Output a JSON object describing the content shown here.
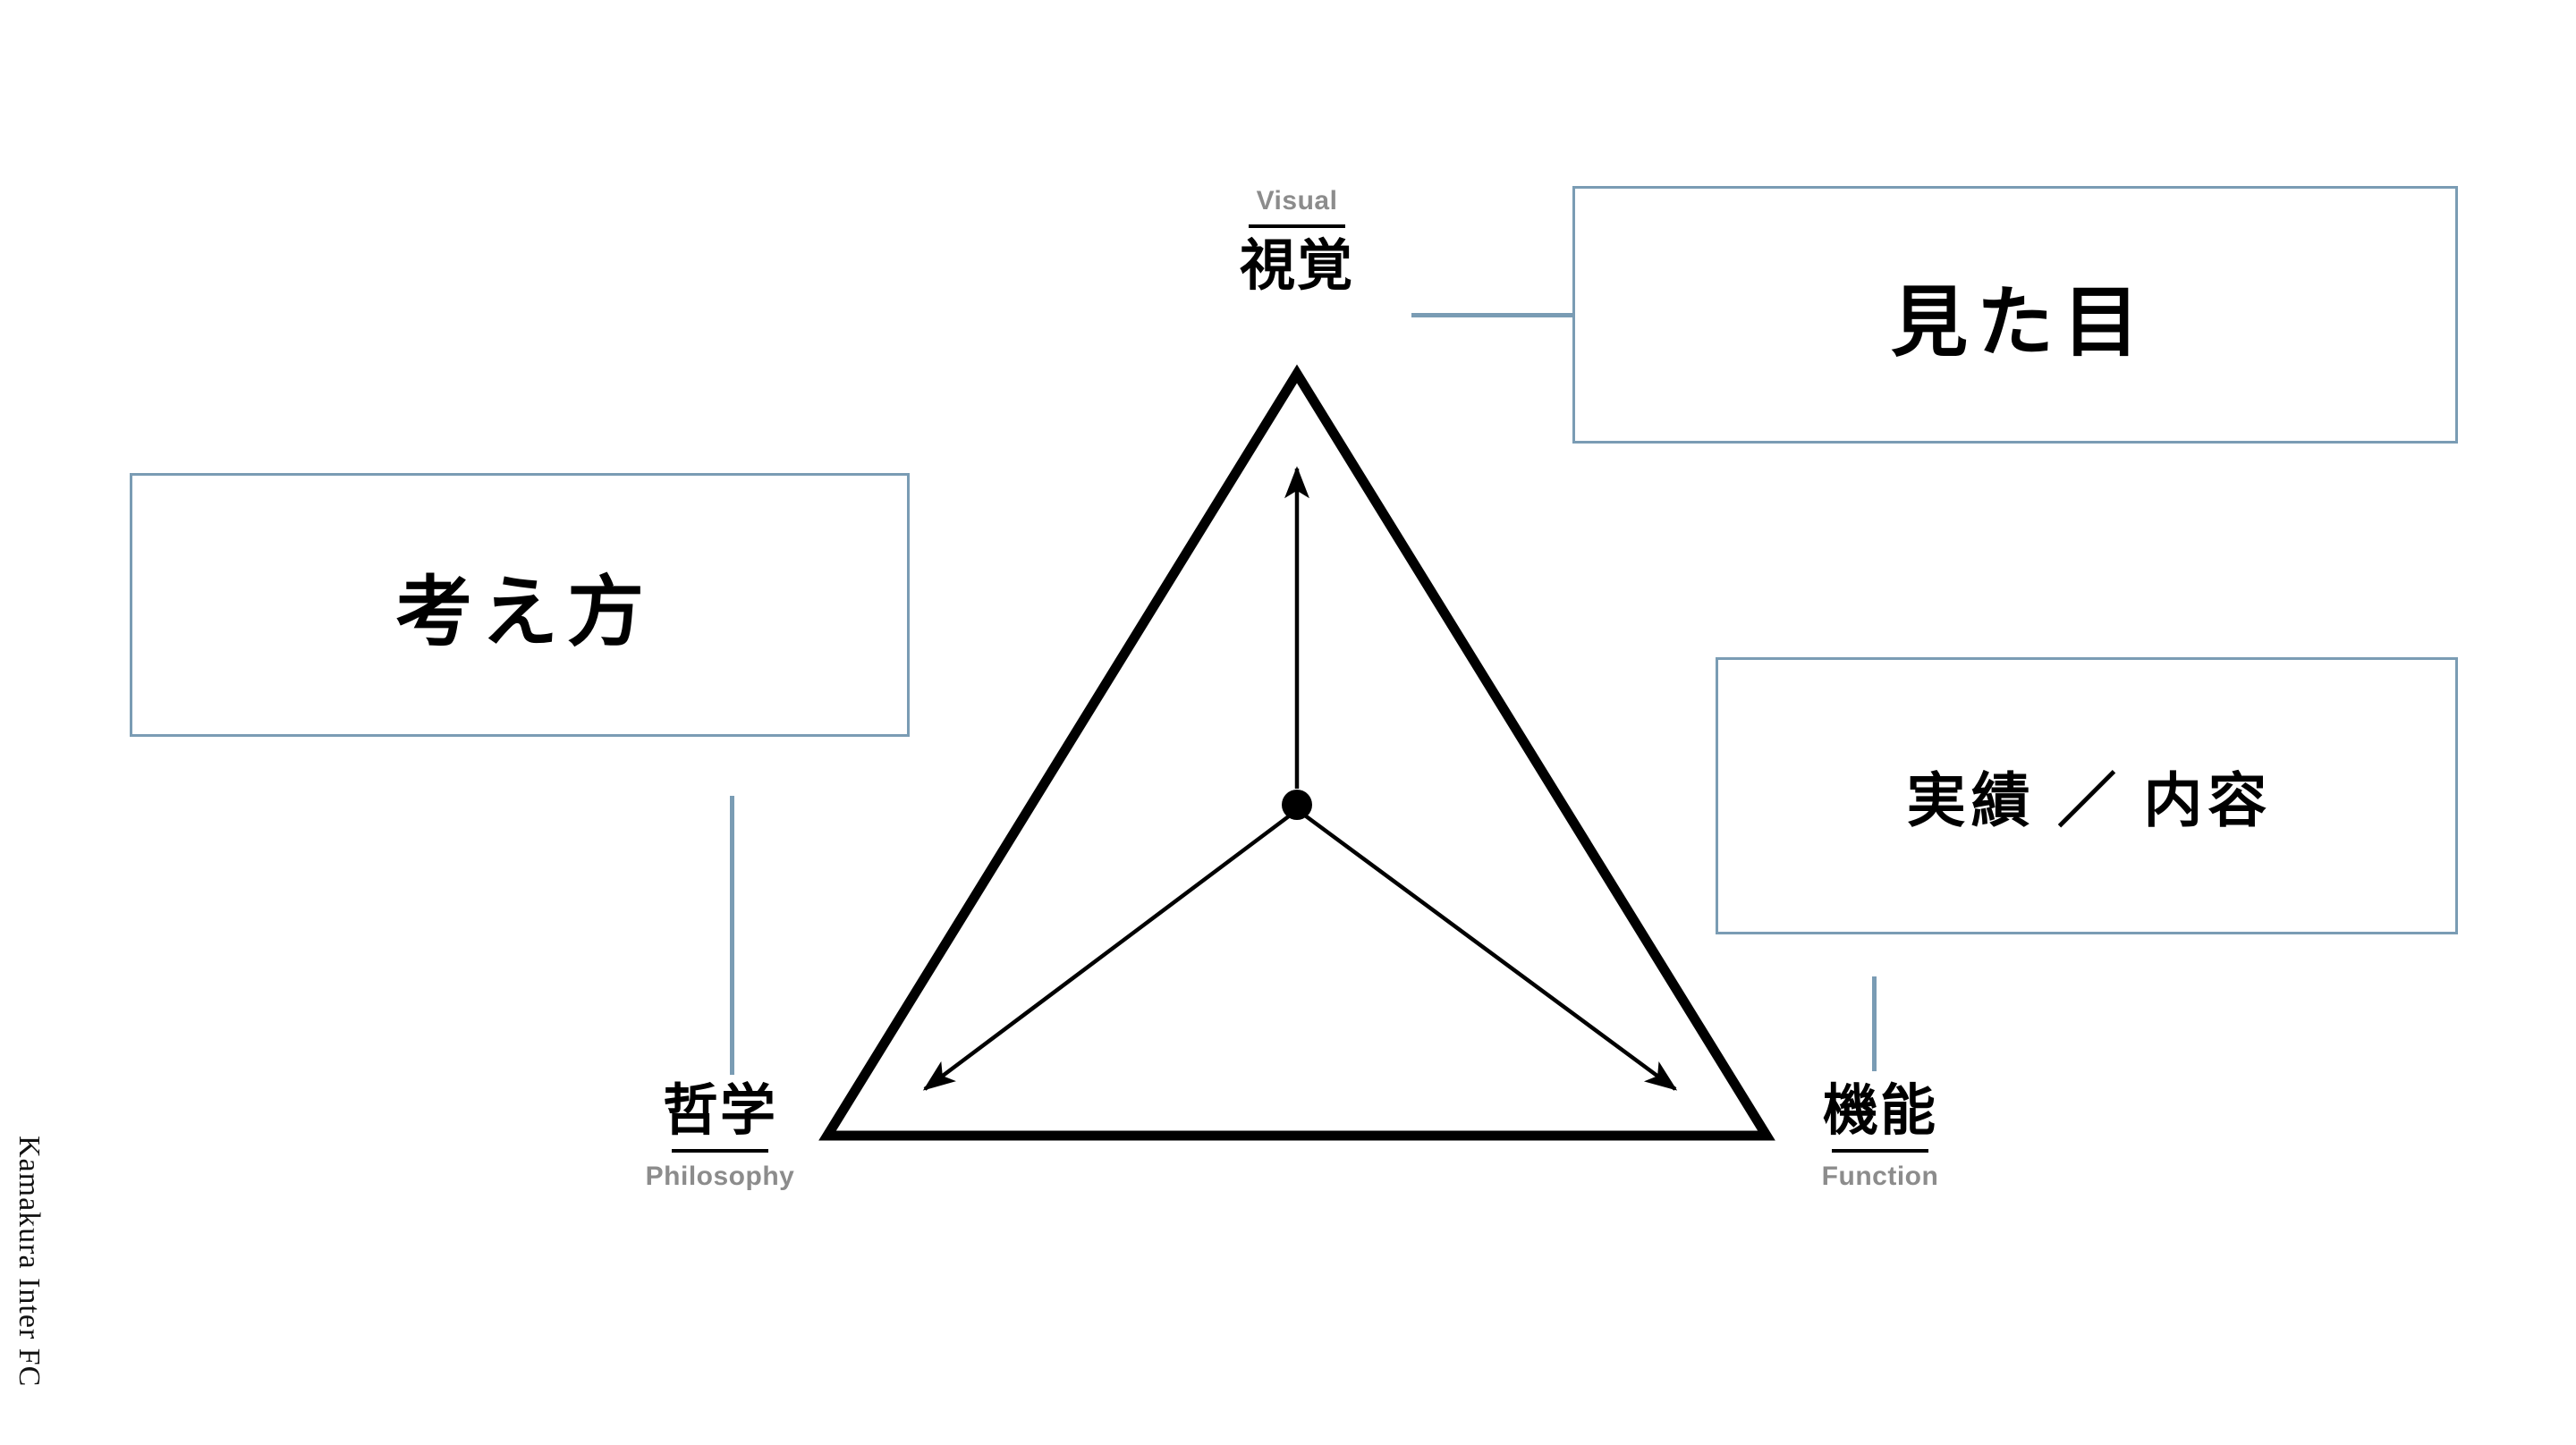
{
  "brand": {
    "name": "Kamakura Inter FC"
  },
  "diagram": {
    "type": "triangle-radial",
    "center_marker": "filled-dot",
    "vertices": [
      {
        "position": "top",
        "jp": "視覚",
        "en": "Visual"
      },
      {
        "position": "bottom-left",
        "jp": "哲学",
        "en": "Philosophy"
      },
      {
        "position": "bottom-right",
        "jp": "機能",
        "en": "Function"
      }
    ],
    "arrows": [
      {
        "from": "center",
        "to": "top"
      },
      {
        "from": "center",
        "to": "bottom-left"
      },
      {
        "from": "center",
        "to": "bottom-right"
      }
    ]
  },
  "callouts": [
    {
      "for": "視覚",
      "label": "見た目"
    },
    {
      "for": "哲学",
      "label": "考え方"
    },
    {
      "for": "機能",
      "label": "実績 ／ 内容"
    }
  ],
  "colors": {
    "connector": "#7a9cb4",
    "box_border": "#7a9cb4",
    "triangle": "#000000",
    "english_label": "#8c8c8c",
    "japanese_label": "#000000",
    "background": "#ffffff"
  }
}
